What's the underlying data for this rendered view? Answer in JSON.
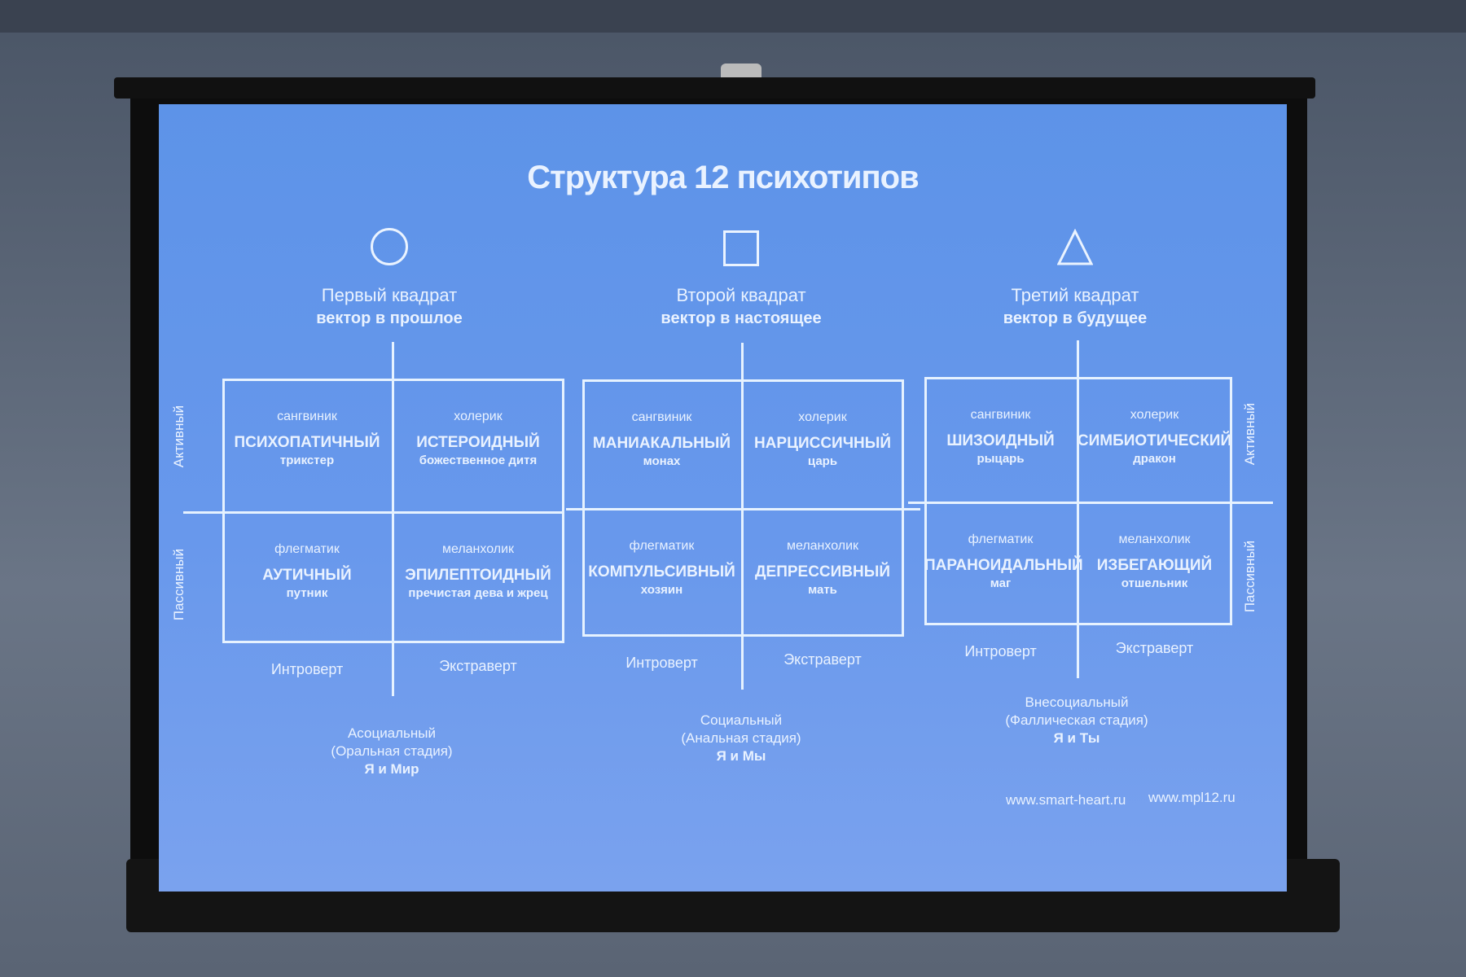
{
  "title": "Структура 12 психотипов",
  "axes": {
    "active": "Активный",
    "passive": "Пассивный",
    "introvert": "Интроверт",
    "extravert": "Экстраверт"
  },
  "quadrants": [
    {
      "symbol": "circle-icon",
      "name": "Первый квадрат",
      "vector": "вектор в прошлое",
      "cells": [
        {
          "temperament": "сангвиник",
          "type": "ПСИХОПАТИЧНЫЙ",
          "role": "трикстер"
        },
        {
          "temperament": "холерик",
          "type": "ИСТЕРОИДНЫЙ",
          "role": "божественное дитя"
        },
        {
          "temperament": "флегматик",
          "type": "АУТИЧНЫЙ",
          "role": "путник"
        },
        {
          "temperament": "меланхолик",
          "type": "ЭПИЛЕПТОИДНЫЙ",
          "role": "пречистая дева и жрец"
        }
      ],
      "social": "Асоциальный",
      "stage": "(Оральная стадия)",
      "relation": "Я и Мир"
    },
    {
      "symbol": "square-icon",
      "name": "Второй квадрат",
      "vector": "вектор в настоящее",
      "cells": [
        {
          "temperament": "сангвиник",
          "type": "МАНИАКАЛЬНЫЙ",
          "role": "монах"
        },
        {
          "temperament": "холерик",
          "type": "НАРЦИССИЧНЫЙ",
          "role": "царь"
        },
        {
          "temperament": "флегматик",
          "type": "КОМПУЛЬСИВНЫЙ",
          "role": "хозяин"
        },
        {
          "temperament": "меланхолик",
          "type": "ДЕПРЕССИВНЫЙ",
          "role": "мать"
        }
      ],
      "social": "Социальный",
      "stage": "(Анальная стадия)",
      "relation": "Я и Мы"
    },
    {
      "symbol": "triangle-icon",
      "name": "Третий квадрат",
      "vector": "вектор в будущее",
      "cells": [
        {
          "temperament": "сангвиник",
          "type": "ШИЗОИДНЫЙ",
          "role": "рыцарь"
        },
        {
          "temperament": "холерик",
          "type": "СИМБИОТИЧЕСКИЙ",
          "role": "дракон"
        },
        {
          "temperament": "флегматик",
          "type": "ПАРАНОИДАЛЬНЫЙ",
          "role": "маг"
        },
        {
          "temperament": "меланхолик",
          "type": "ИЗБЕГАЮЩИЙ",
          "role": "отшельник"
        }
      ],
      "social": "Внесоциальный",
      "stage": "(Фаллическая стадия)",
      "relation": "Я и Ты"
    }
  ],
  "links": [
    "www.smart-heart.ru",
    "www.mpl12.ru"
  ]
}
